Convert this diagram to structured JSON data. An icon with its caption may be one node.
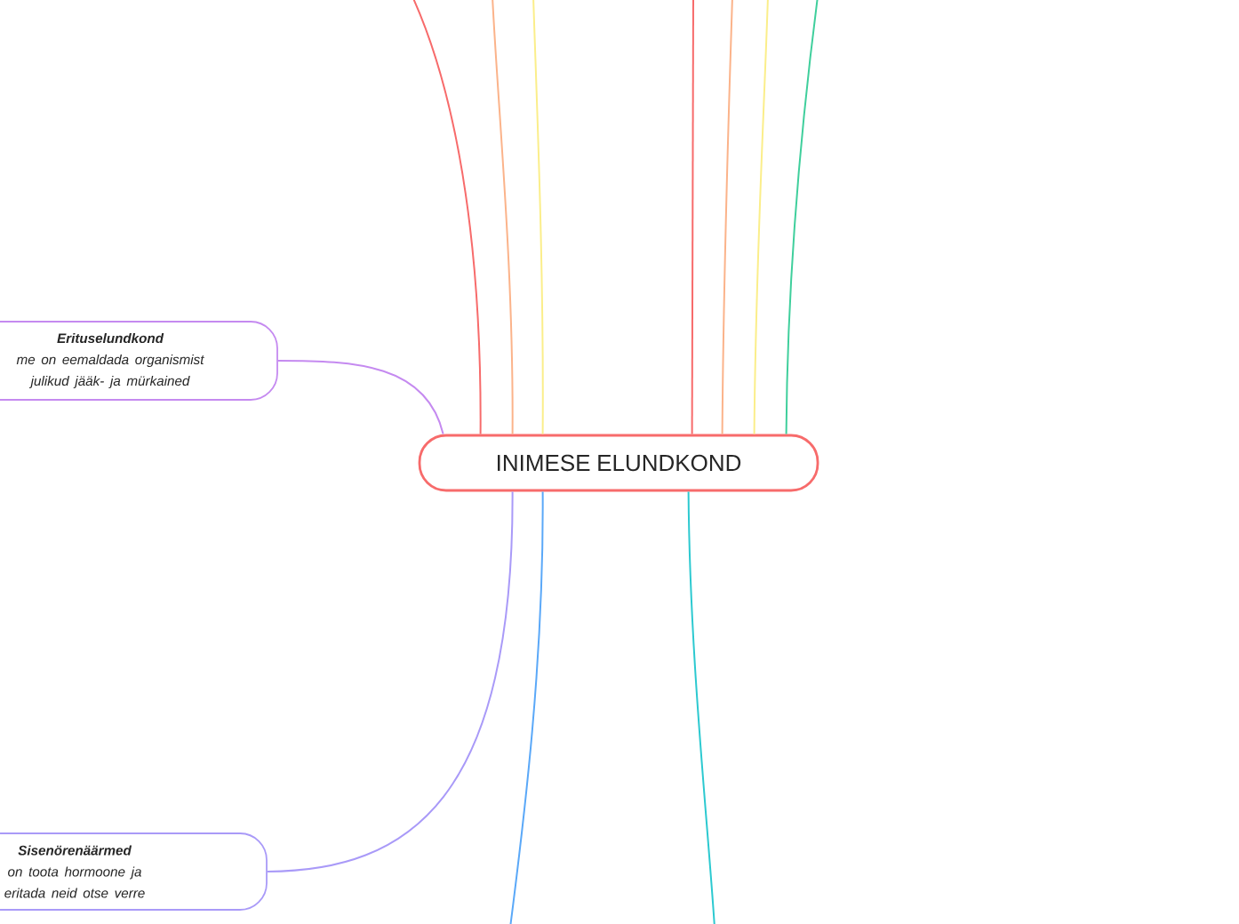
{
  "diagram": {
    "nodes": [
      {
        "text": [
          "INIMESE ELUNDKOND"
        ]
      },
      {
        "text": [
          "Erituselundkond",
          "me on eemaldada organismist julikud jääk- ja mürkained"
        ]
      },
      {
        "text": [
          "Sisenörenäärmed",
          "on toota hormoone ja eritada neid otse verre"
        ]
      }
    ],
    "edges": [
      {
        "from": 0,
        "to": null,
        "arrow": "none",
        "color": "#f76b6b"
      },
      {
        "from": 0,
        "to": null,
        "arrow": "none",
        "color": "#fbb38a"
      },
      {
        "from": 0,
        "to": null,
        "arrow": "none",
        "color": "#fbee8a"
      },
      {
        "from": 0,
        "to": null,
        "arrow": "none",
        "color": "#f76b6b"
      },
      {
        "from": 0,
        "to": null,
        "arrow": "none",
        "color": "#fbb38a"
      },
      {
        "from": 0,
        "to": null,
        "arrow": "none",
        "color": "#fbee8a"
      },
      {
        "from": 0,
        "to": null,
        "arrow": "none",
        "color": "#3fcf9c"
      },
      {
        "from": 0,
        "to": 1,
        "arrow": "none",
        "color": "#c58af0"
      },
      {
        "from": 0,
        "to": 2,
        "arrow": "none",
        "color": "#a99af8"
      },
      {
        "from": 0,
        "to": null,
        "arrow": "none",
        "color": "#5aa8f8"
      },
      {
        "from": 0,
        "to": null,
        "arrow": "none",
        "color": "#2cc9d0"
      }
    ]
  }
}
